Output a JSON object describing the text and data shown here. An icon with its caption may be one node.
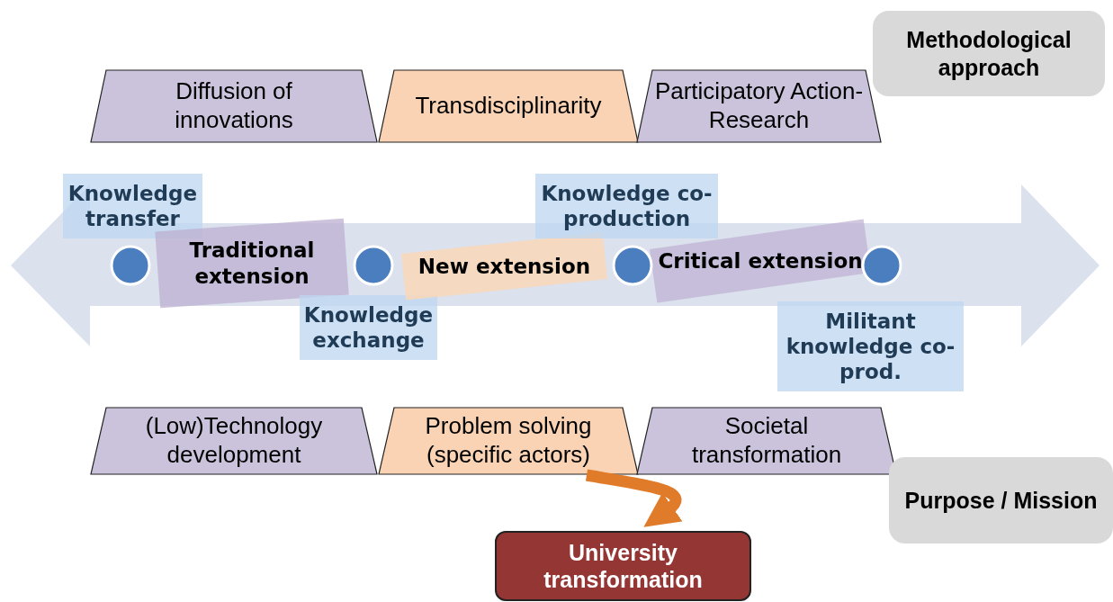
{
  "diagram": {
    "nodes": [
      {
        "text": [
          "Methodological approach"
        ]
      },
      {
        "text": [
          "Diffusion of innovations"
        ]
      },
      {
        "text": [
          "Transdisciplinarity"
        ]
      },
      {
        "text": [
          "Participatory Action-Research"
        ]
      },
      {
        "text": [
          "Knowledge transfer"
        ]
      },
      {
        "text": [
          "Traditional extension"
        ]
      },
      {
        "text": [
          "Knowledge exchange"
        ]
      },
      {
        "text": [
          "New extension"
        ]
      },
      {
        "text": [
          "Knowledge co-production"
        ]
      },
      {
        "text": [
          "Critical extension"
        ]
      },
      {
        "text": [
          "Militant knowledge co-prod."
        ]
      },
      {
        "text": [],
        "shape": "circle"
      },
      {
        "text": [],
        "shape": "circle"
      },
      {
        "text": [],
        "shape": "circle"
      },
      {
        "text": [],
        "shape": "circle"
      },
      {
        "text": [
          "(Low)Technology development"
        ]
      },
      {
        "text": [
          "Problem solving (specific actors)"
        ]
      },
      {
        "text": [
          "Societal transformation"
        ]
      },
      {
        "text": [
          "Purpose / Mission"
        ]
      },
      {
        "text": [
          "University transformation"
        ]
      }
    ],
    "edges": [
      {
        "from": 16,
        "to": 19,
        "arrow": "to",
        "color": "#e07b2a"
      }
    ]
  }
}
